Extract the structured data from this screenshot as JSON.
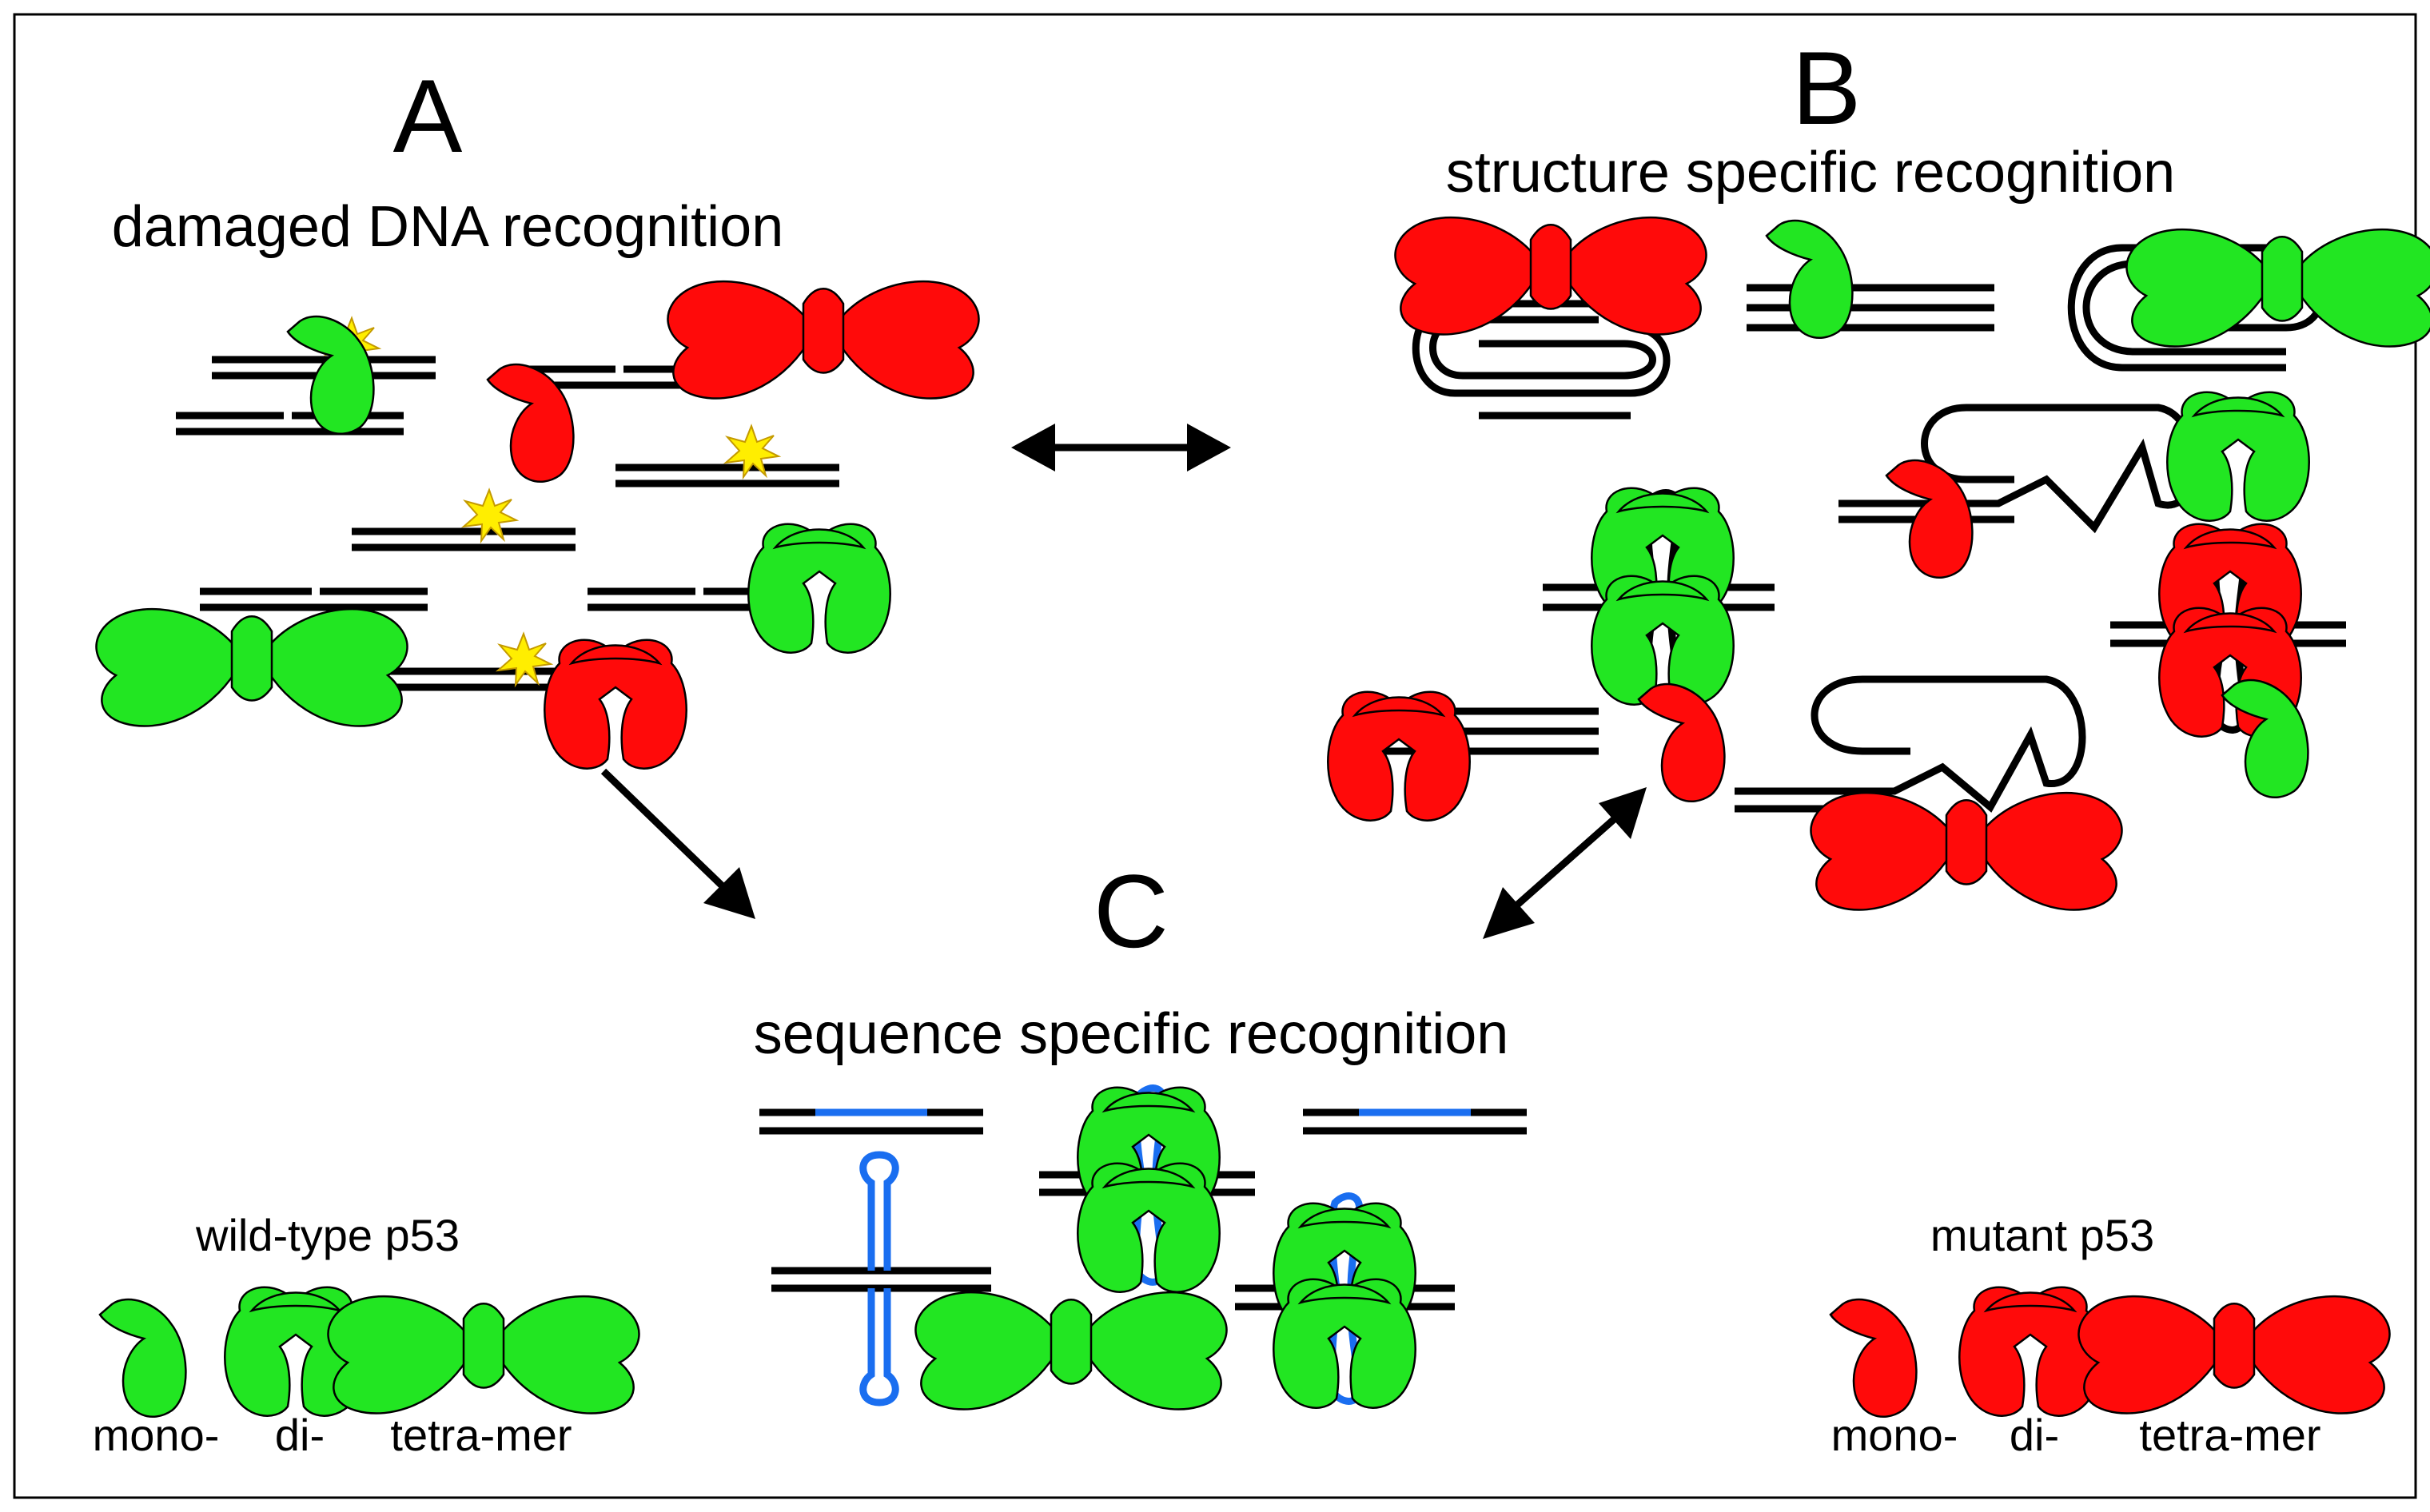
{
  "panels": {
    "a_letter": "A",
    "a_title": "damaged DNA recognition",
    "b_letter": "B",
    "b_title": "structure specific recognition",
    "c_letter": "C",
    "c_title": "sequence specific recognition"
  },
  "legend": {
    "wild_type": {
      "title": "wild-type p53",
      "mono": "mono-",
      "di": "di-",
      "tetra": "tetra-mer",
      "color": "#22e622"
    },
    "mutant": {
      "title": "mutant p53",
      "mono": "mono-",
      "di": "di-",
      "tetra": "tetra-mer",
      "color": "#ff0a0a"
    }
  },
  "colors": {
    "dna": "#000000",
    "consensus_site": "#1a6ef0",
    "damage": "#ffee00"
  }
}
